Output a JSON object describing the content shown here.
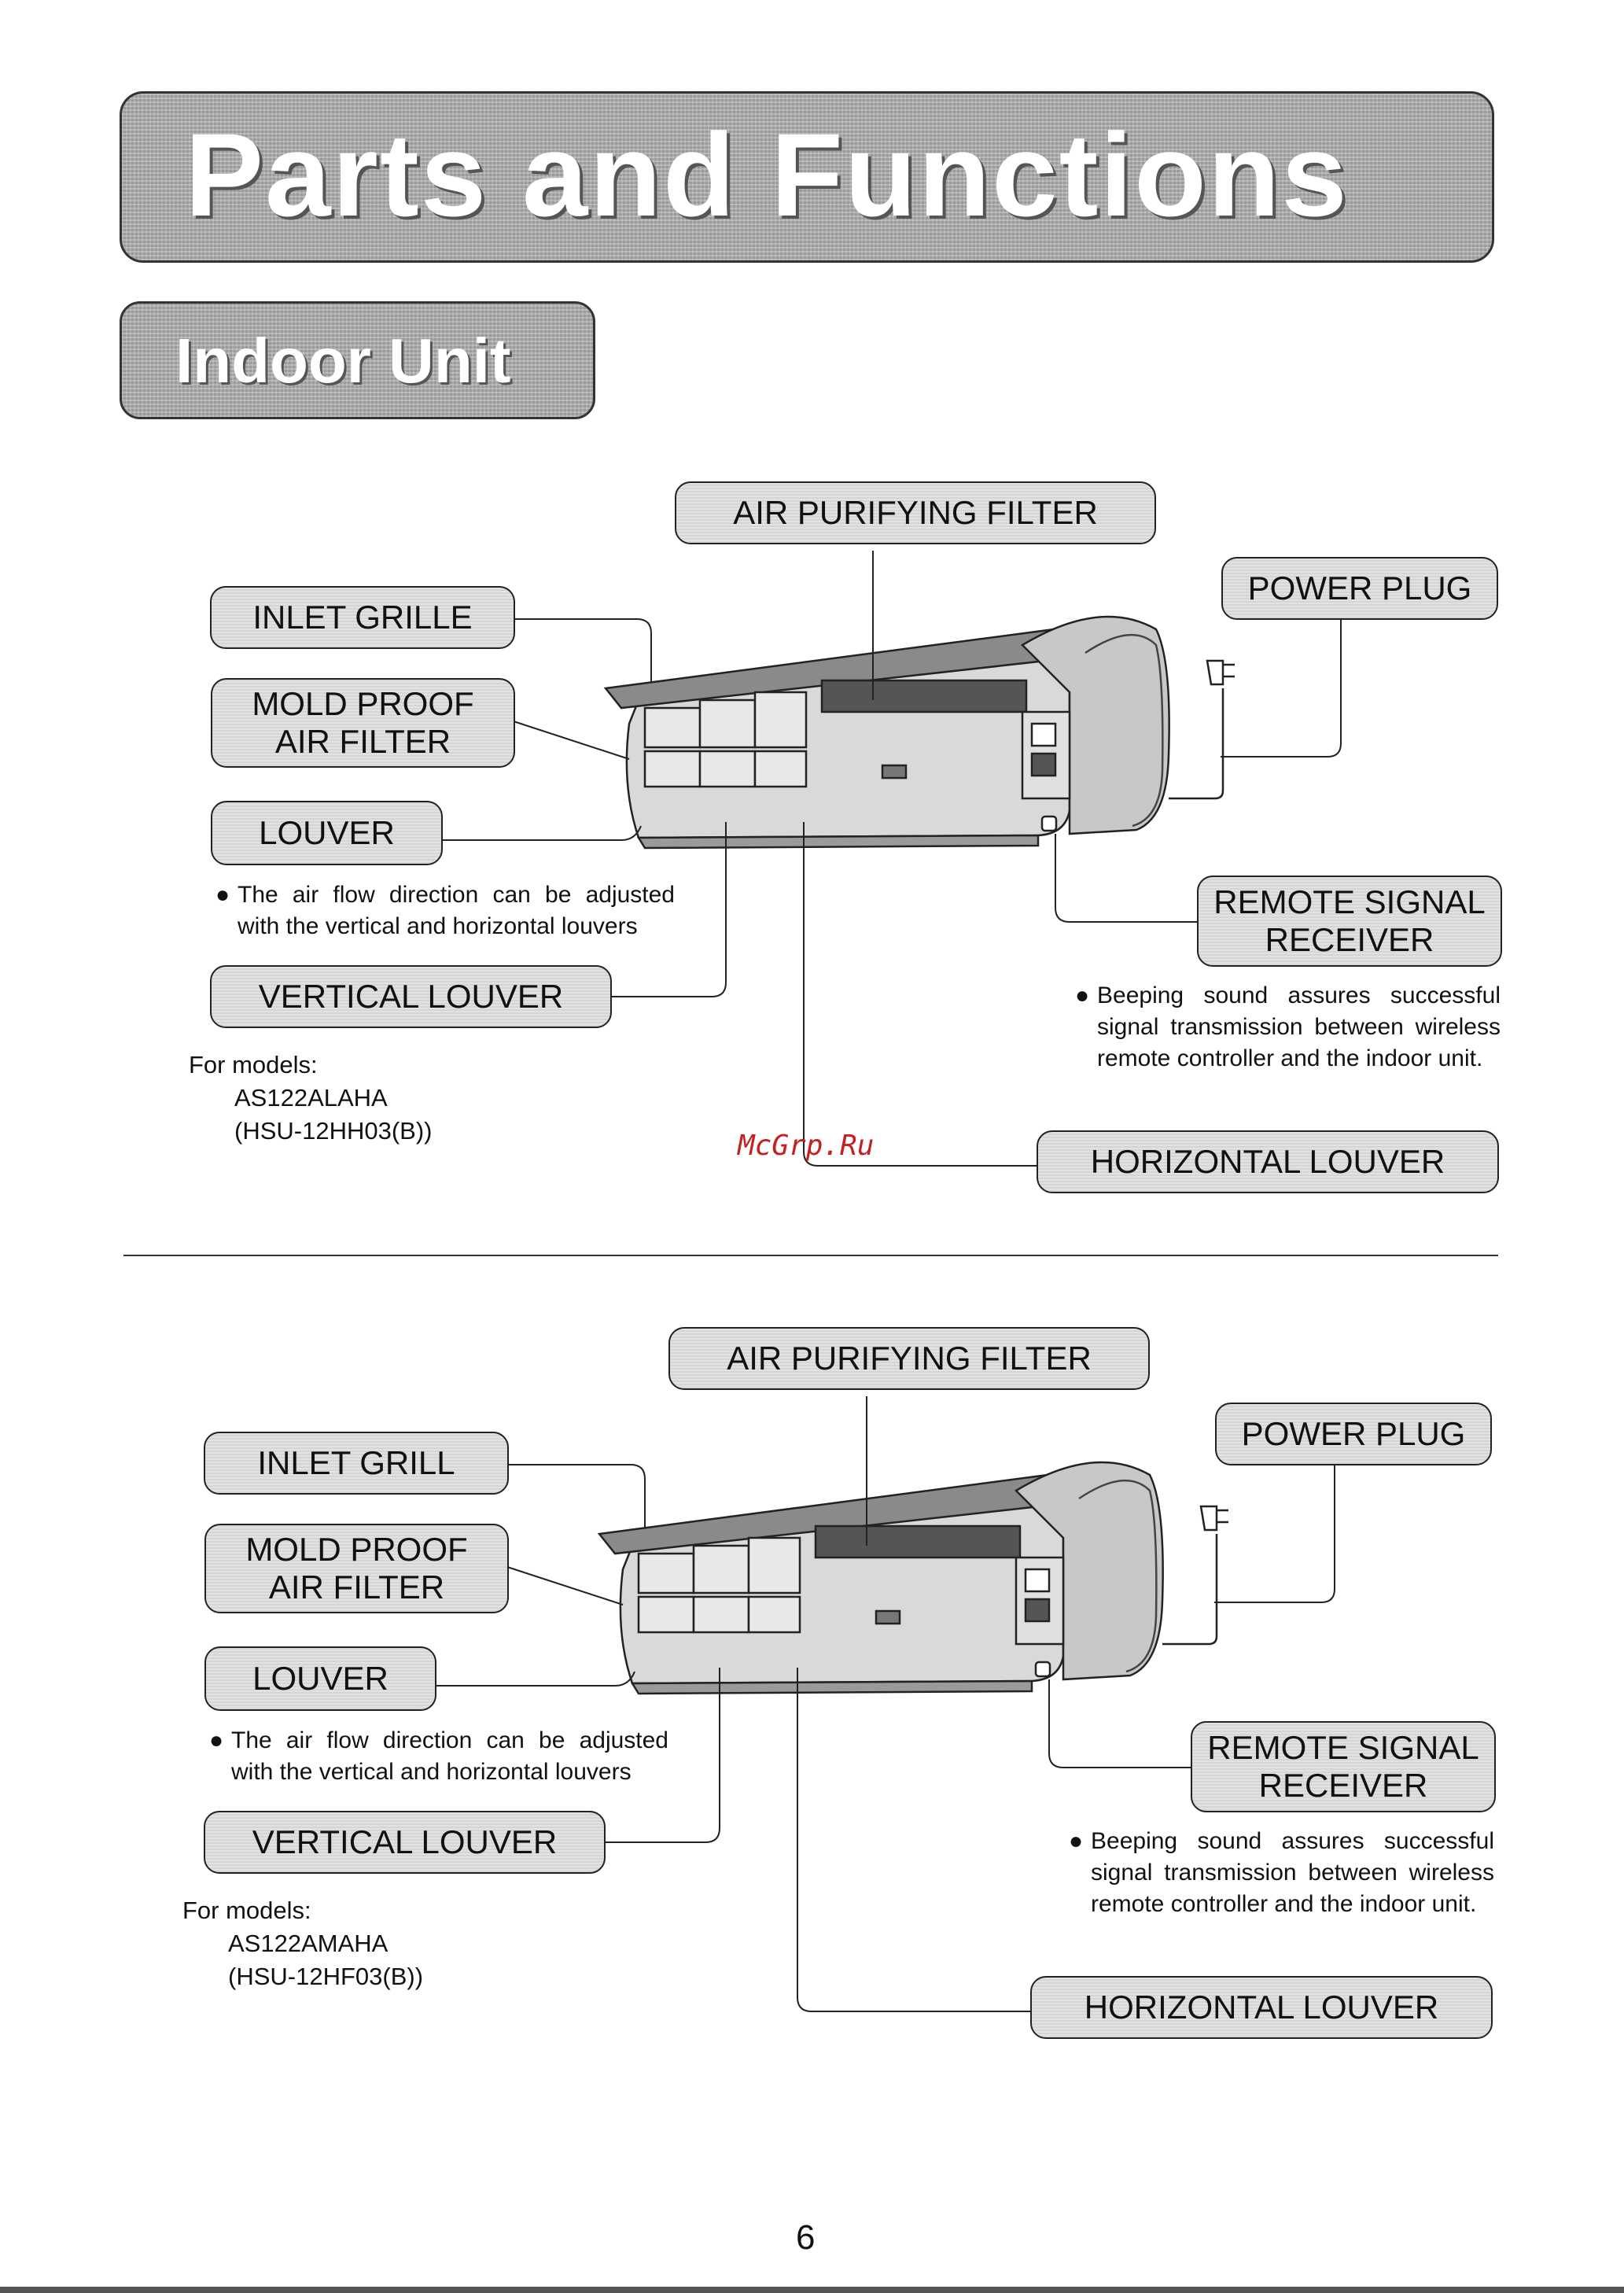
{
  "header": {
    "title": "Parts and Functions",
    "subtitle": "Indoor Unit"
  },
  "sections": [
    {
      "labels": {
        "air_purifying_filter": "AIR PURIFYING FILTER",
        "power_plug": "POWER PLUG",
        "inlet_grille": "INLET  GRILLE",
        "mold_proof_air_filter": "MOLD PROOF\n AIR FILTER",
        "louver": "LOUVER",
        "vertical_louver": "VERTICAL LOUVER",
        "remote_signal_receiver": "REMOTE SIGNAL\nRECEIVER",
        "horizontal_louver": "HORIZONTAL LOUVER"
      },
      "louver_note": "The air flow direction can be adjusted with the vertical and horizontal louvers",
      "remote_note": "Beeping sound assures successful signal transmission between wireless remote controller and the indoor unit.",
      "models_heading": "For models:",
      "model_1": "AS122ALAHA",
      "model_2": "(HSU-12HH03(B))"
    },
    {
      "labels": {
        "air_purifying_filter": "AIR PURIFYING FILTER",
        "power_plug": "POWER PLUG",
        "inlet_grille": "INLET  GRILL",
        "mold_proof_air_filter": "MOLD PROOF\n AIR FILTER",
        "louver": "LOUVER",
        "vertical_louver": "VERTICAL LOUVER",
        "remote_signal_receiver": "REMOTE SIGNAL\nRECEIVER",
        "horizontal_louver": "HORIZONTAL LOUVER"
      },
      "louver_note": "The air flow direction can be adjusted with the vertical and horizontal louvers",
      "remote_note": "Beeping sound assures successful signal transmission between wireless remote controller and the indoor unit.",
      "models_heading": "For models:",
      "model_1": "AS122AMAHA",
      "model_2": "(HSU-12HF03(B))"
    }
  ],
  "watermark": "McGrp.Ru",
  "page_number": "6"
}
